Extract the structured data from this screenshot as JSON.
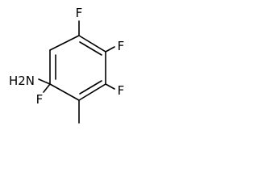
{
  "molecule": {
    "atoms": {
      "f_top": "F",
      "f_right_upper": "F",
      "f_right_lower": "F",
      "nh2_label": "H2N",
      "f_left": "F"
    },
    "colors": {
      "bond": "#000000",
      "label": "#000000",
      "background": "#ffffff"
    }
  }
}
